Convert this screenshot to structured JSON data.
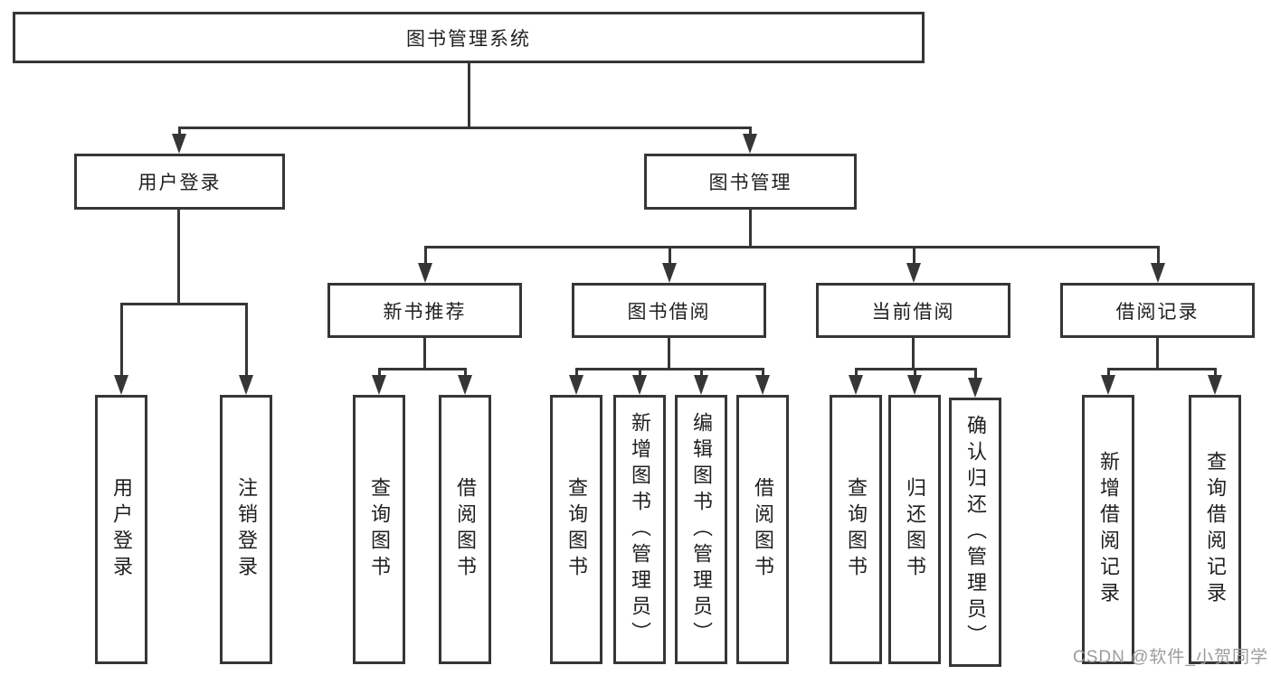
{
  "diagram": {
    "type": "org-chart",
    "colors": {
      "line": "#363636",
      "text": "#1f1f1f",
      "background": "#ffffff",
      "watermark": "#9c9c9c"
    },
    "tree": {
      "root": {
        "label": "图书管理系统"
      },
      "branches": [
        {
          "label": "用户登录",
          "children": [
            {
              "label": "用户登录"
            },
            {
              "label": "注销登录"
            }
          ]
        },
        {
          "label": "图书管理",
          "children": [
            {
              "label": "新书推荐",
              "children": [
                {
                  "label": "查询图书"
                },
                {
                  "label": "借阅图书"
                }
              ]
            },
            {
              "label": "图书借阅",
              "children": [
                {
                  "label": "查询图书"
                },
                {
                  "label": "新增图书（管理员）"
                },
                {
                  "label": "编辑图书（管理员）"
                },
                {
                  "label": "借阅图书"
                }
              ]
            },
            {
              "label": "当前借阅",
              "children": [
                {
                  "label": "查询图书"
                },
                {
                  "label": "归还图书"
                },
                {
                  "label": "确认归还（管理员）"
                }
              ]
            },
            {
              "label": "借阅记录",
              "children": [
                {
                  "label": "新增借阅记录"
                },
                {
                  "label": "查询借阅记录"
                }
              ]
            }
          ]
        }
      ]
    },
    "watermark": {
      "text": "CSDN @软件_小贺同学"
    }
  }
}
